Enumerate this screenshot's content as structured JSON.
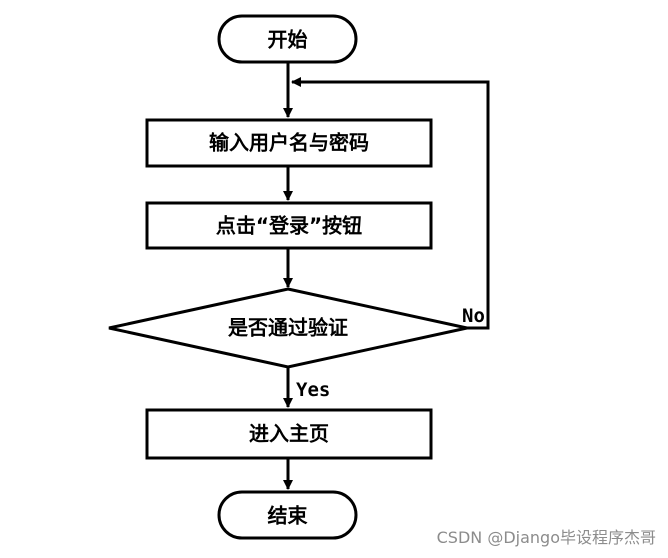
{
  "diagram": {
    "nodes": {
      "start": "开始",
      "input": "输入用户名与密码",
      "click": "点击“登录”按钮",
      "decision": "是否通过验证",
      "enter": "进入主页",
      "end": "结束"
    },
    "edges": {
      "yes_label": "Yes",
      "no_label": "No"
    }
  },
  "watermark": "CSDN @Django毕设程序杰哥",
  "colors": {
    "stroke": "#000000",
    "background": "#ffffff",
    "watermark": "#8c8c8c"
  }
}
